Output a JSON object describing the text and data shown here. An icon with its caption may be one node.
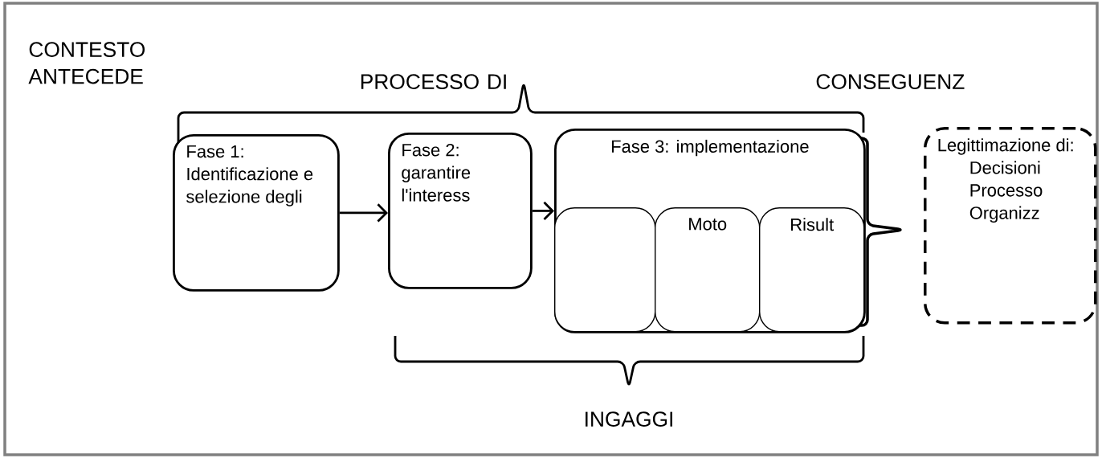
{
  "diagram": {
    "nodes": [
      {
        "text": [
          "Fase 1: Identificazione e selezione degli"
        ]
      },
      {
        "text": [
          "Fase 2: garantire l'interess"
        ]
      },
      {
        "text": [
          "Fase 3: implementazione"
        ]
      },
      {
        "text": [],
        "shape": "box",
        "in": 2
      },
      {
        "text": [
          "Moto"
        ],
        "in": 2
      },
      {
        "text": [
          "Risult"
        ],
        "in": 2
      },
      {
        "text": [
          "Legittimazione di:",
          "Decisioni",
          "Processo",
          "Organizz"
        ]
      }
    ],
    "edges": [
      {
        "from": 0,
        "to": 1,
        "arrow": "to"
      },
      {
        "from": 1,
        "to": 2,
        "arrow": "to"
      }
    ],
    "labels": [
      "CONTESTO ANTECEDE",
      "PROCESSO DI",
      "CONSEGUENZ",
      "INGAGGI"
    ]
  }
}
